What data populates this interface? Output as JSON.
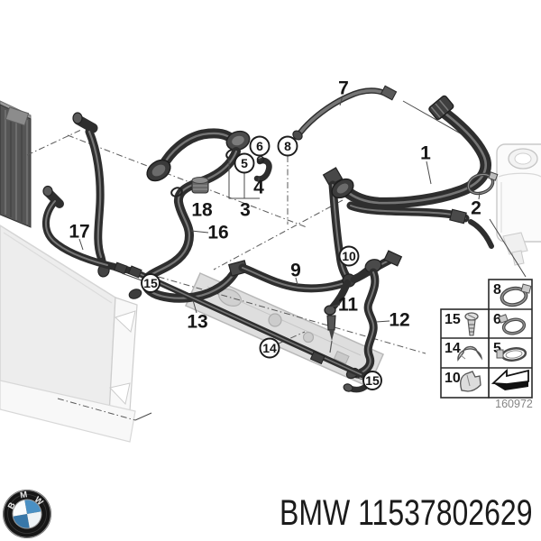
{
  "part": {
    "brand": "BMW",
    "number": "11537802629",
    "display": "BMW 11537802629"
  },
  "diagram": {
    "code": "160972",
    "callouts": [
      "1",
      "2",
      "3",
      "4",
      "7",
      "9",
      "11",
      "12",
      "13",
      "16",
      "17",
      "18"
    ],
    "circled_callouts": [
      "5",
      "6",
      "8",
      "10",
      "14",
      "15",
      "15"
    ],
    "legend": {
      "right_column": [
        "8",
        "6",
        "5"
      ],
      "left_column": [
        "15",
        "14",
        "10"
      ],
      "icons": {
        "clamp_large": "hose-clamp",
        "clamp_medium": "hose-clamp",
        "clamp_small": "hose-clamp",
        "screw": "screw",
        "clip_saddle": "clip",
        "clip_spring": "clip",
        "arrow": "direction-arrow"
      }
    }
  },
  "logo": {
    "letter_b": "B",
    "letter_m": "M",
    "letter_w": "W"
  },
  "colors": {
    "hose_dark": "#2e2e2e",
    "radiator_gray": "#ededed",
    "logo_blue": "#4a90c4",
    "text_black": "#161616"
  }
}
